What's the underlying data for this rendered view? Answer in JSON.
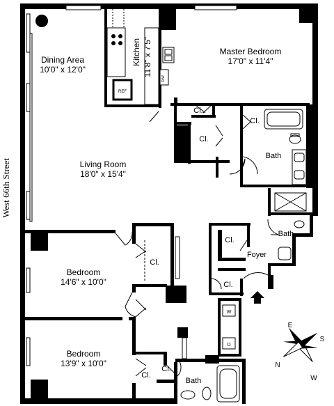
{
  "street": "West 66th Street",
  "rooms": {
    "dining": {
      "name": "Dining Area",
      "dims": "10'0\" x 12'0\""
    },
    "kitchen": {
      "name": "Kitchen",
      "dims": "11'8\" x 7'5\""
    },
    "master": {
      "name": "Master Bedroom",
      "dims": "17'0\" x 11'4\""
    },
    "living": {
      "name": "Living Room",
      "dims": "18'0\" x 15'4\""
    },
    "bedroom1": {
      "name": "Bedroom",
      "dims": "14'6\" x 10'0\""
    },
    "bedroom2": {
      "name": "Bedroom",
      "dims": "13'9\" x 10'0\""
    }
  },
  "closet_label": "Cl.",
  "bath_label": "Bath",
  "foyer_label": "Foyer",
  "appliances": {
    "refrigerator": "REF",
    "dishwasher": "D/W",
    "washer": "W",
    "dryer": "D"
  },
  "compass": {
    "north": "N",
    "east": "E",
    "south": "S",
    "west": "W"
  }
}
